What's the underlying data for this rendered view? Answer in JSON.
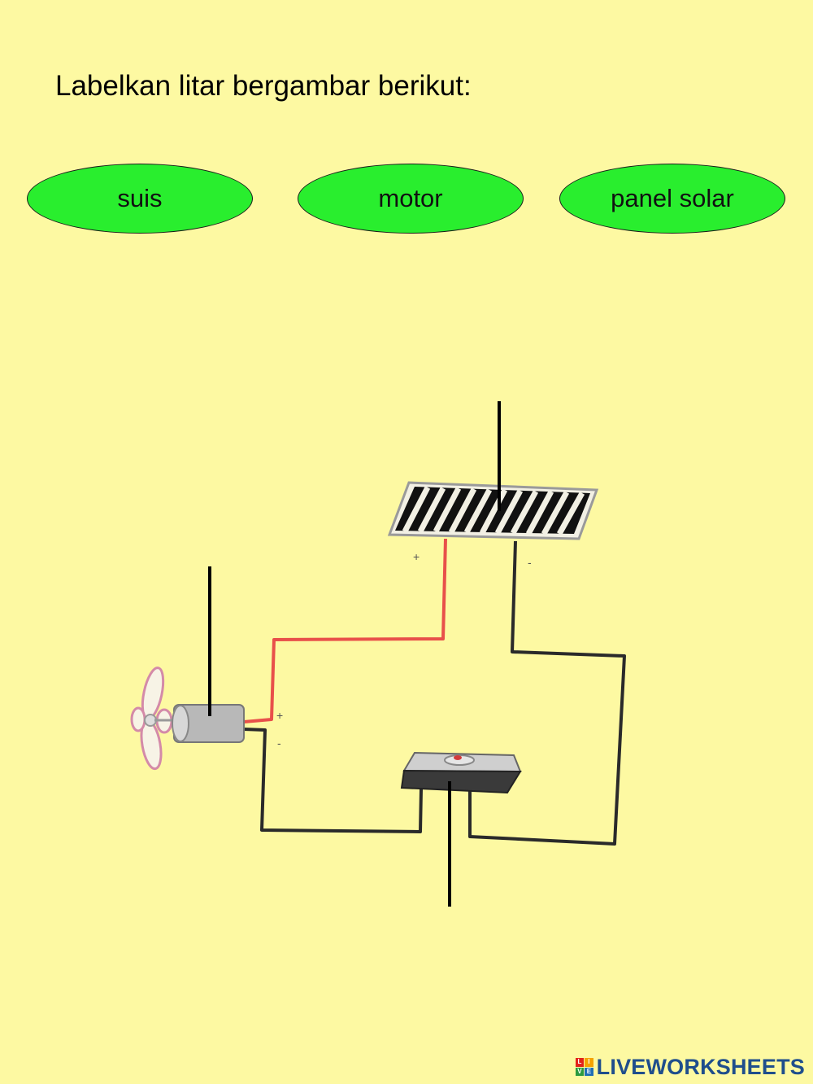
{
  "colors": {
    "background": "#fdf9a2",
    "label_fill": "#29ee2e",
    "wire_black": "#2a2a2a",
    "wire_red": "#e8504a",
    "brand": "#1f4e8c"
  },
  "title": "Labelkan litar bergambar berikut:",
  "labels": [
    {
      "text": "suis"
    },
    {
      "text": "motor"
    },
    {
      "text": "panel solar"
    }
  ],
  "diagram": {
    "components": [
      "solar-panel",
      "motor-with-propeller",
      "switch"
    ],
    "polarity": {
      "positive": "+",
      "negative": "-"
    }
  },
  "brand": {
    "text": "LIVEWORKSHEETS",
    "badge_letters": [
      "L",
      "I",
      "V",
      "E"
    ],
    "badge_colors": [
      "#e2231a",
      "#f5a300",
      "#2b9a3f",
      "#1f6fb5"
    ]
  }
}
